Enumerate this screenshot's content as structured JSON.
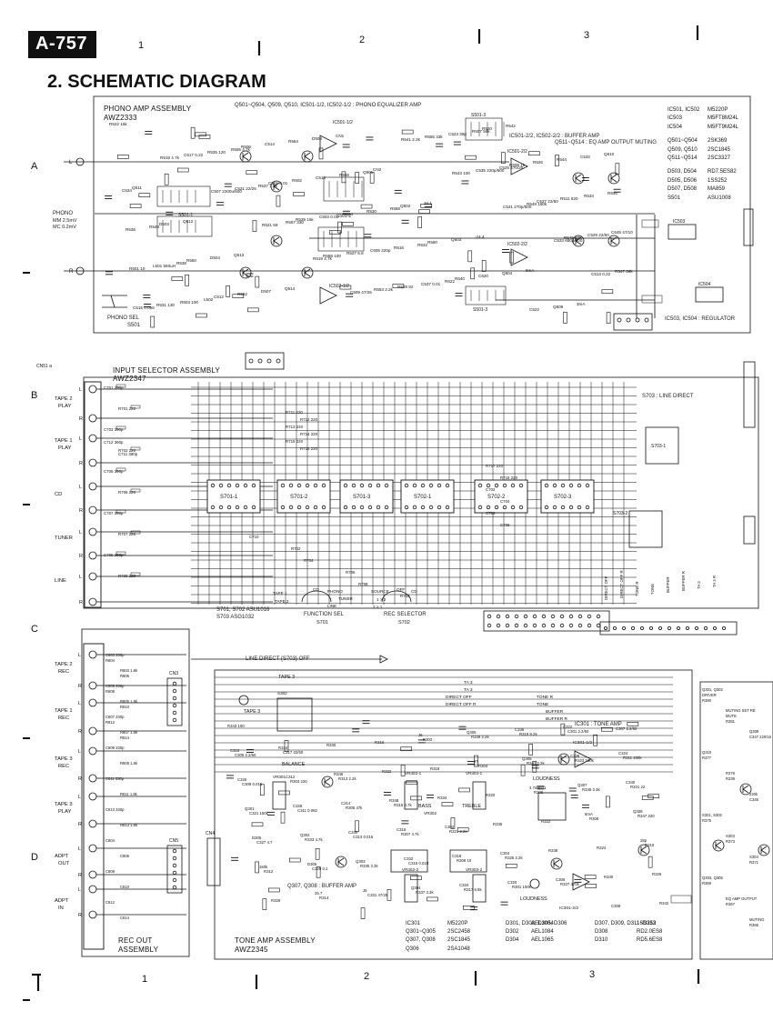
{
  "header": {
    "model_badge": "A-757",
    "section_title": "2. SCHEMATIC DIAGRAM"
  },
  "grid": {
    "columns_top": [
      "1",
      "2",
      "3"
    ],
    "columns_bottom": [
      "1",
      "2",
      "3"
    ],
    "rows": [
      "A",
      "B",
      "C",
      "D"
    ]
  },
  "phono_amp": {
    "title": "PHONO AMP ASSEMBLY",
    "part_no": "AWZ2333",
    "equalizer_note": "Q501~Q504, Q509, Q510, IC501-1/2, IC502-1/2 : PHONO EQUALIZER AMP",
    "buffer_note": "IC501-2/2, IC502-2/2 : BUFFER AMP",
    "output_note": "Q511~Q514 : EQ AMP OUTPUT MUTING",
    "phono_in": "PHONO",
    "mm_label": "MM 2.5mV",
    "mc_label": "MC 0.2mV",
    "switch_label": "PHONO SEL",
    "switch_ref": "S501",
    "regulator_note": "IC503, IC504 : REGULATOR",
    "ic_labels": [
      "IC501-1/2",
      "IC501-2/2",
      "IC502-1/2",
      "IC502-2/2",
      "IC503",
      "IC504"
    ],
    "parts_table": [
      [
        "IC501, IC502",
        "M5220P"
      ],
      [
        "IC503",
        "M5FT8M24L"
      ],
      [
        "IC504",
        "M5FT9M24L"
      ],
      [
        "Q501~Q504",
        "2SK369"
      ],
      [
        "Q509, Q510",
        "2SC1845"
      ],
      [
        "Q511~Q514",
        "2SC3327"
      ],
      [
        "D503, D504",
        "RD7.5ES82"
      ],
      [
        "D505, D506",
        "1SS252"
      ],
      [
        "D507, D508",
        "MA859"
      ],
      [
        "S501",
        "ASU1008"
      ]
    ],
    "switch_sections": [
      "S501-1",
      "S501-2",
      "S501-3",
      "S501-3"
    ],
    "component_labels": [
      "R522 15k",
      "R519 4.7k",
      "C507 2200u/500",
      "R521 68",
      "R519 4.7k",
      "C509 47/25",
      "R541 2.2k",
      "R543 100",
      "C531 270p/500",
      "C533 680p/500",
      "C513 0.22",
      "C515 0.056",
      "C517 0.22",
      "C521 22/25",
      "R557 330",
      "R559 100",
      "R553 2.2k",
      "R555 33k",
      "C535 220p/500",
      "R549 180k",
      "R545 10k",
      "R547 39k",
      "R531 130",
      "R535 120",
      "R537 1.5k",
      "R539 15k",
      "R527 6.8",
      "R529 82",
      "C523 39p",
      "C525 470/25",
      "C527 22/50",
      "C529 22/50",
      "R501 10",
      "R503 100",
      "R505 4.7k",
      "C501 0.01",
      "C503 0.01",
      "C505 220p",
      "C537 0.01",
      "R507 56k",
      "R509 1k",
      "R511 820",
      "C545 47/10",
      "L501 560uH",
      "L502",
      "R506",
      "R502",
      "R524",
      "R516",
      "R522",
      "R520",
      "R526",
      "R534",
      "R536",
      "R538",
      "C512",
      "C514",
      "C516",
      "R530",
      "R532",
      "R540",
      "R542",
      "R544",
      "R546",
      "R548",
      "R550",
      "R552",
      "R554",
      "R556",
      "R558",
      "R560",
      "C520",
      "C522",
      "C532",
      "C534",
      "D503",
      "D504",
      "D507",
      "D508",
      "Q501",
      "Q502",
      "Q503",
      "Q504",
      "Q509",
      "Q510",
      "Q511",
      "Q512",
      "Q513",
      "Q514",
      "CN1",
      "CN2",
      "24.1",
      "-24.4",
      "6mA",
      "3mA"
    ]
  },
  "input_selector": {
    "title": "INPUT SELECTOR ASSEMBLY",
    "part_no": "AWZ2347",
    "jack_groups": [
      "TAPE 2 PLAY",
      "TAPE 1 PLAY",
      "CD",
      "TUNER",
      "LINE"
    ],
    "switch_sections": [
      "S701-1",
      "S701-2",
      "S701-3",
      "S702-1",
      "S702-2",
      "S702-3",
      "S703-1",
      "S703-2"
    ],
    "switch_note_1": "S701, S702  ASU1016",
    "switch_note_2": "S703  ASG1032",
    "function_sel": "FUNCTION SEL",
    "function_ref": "S701",
    "rec_selector": "REC SELECTOR",
    "rec_ref": "S702",
    "line_direct": "S703 : LINE DIRECT",
    "component_labels": [
      "C701 390p",
      "R701 220",
      "C703 390p",
      "R703 220",
      "C705 390p",
      "R705 220",
      "C707 390p",
      "R707 220",
      "C709 390p",
      "R709 220",
      "R711 220",
      "R712 220",
      "R713 220",
      "R714 220",
      "R715 220",
      "R716 220",
      "C712 390p",
      "C711 390p",
      "R717 220",
      "R718 220",
      "C702",
      "C704",
      "C706",
      "C708",
      "C710",
      "R702",
      "R704",
      "R706",
      "R708",
      "R710"
    ],
    "connectors": [
      "J1",
      "J2",
      "J3",
      "J5"
    ],
    "function_positions": [
      "TAPE 1",
      "TAPE 2",
      "CD",
      "PHONO",
      "TUNER",
      "LINE"
    ],
    "rec_positions": [
      "SOURCE",
      "OFF",
      "CD",
      "1 > 2",
      "2 > 1"
    ]
  },
  "rec_out": {
    "title": "REC OUT",
    "title2": "ASSEMBLY",
    "jack_groups": [
      "TAPE 2 REC",
      "TAPE 1 REC",
      "TAPE 3 REC",
      "TAPE 3 PLAY",
      "ADPT OUT",
      "ADPT IN"
    ],
    "component_labels": [
      "C803 330p",
      "R803 1.8k",
      "C805 330p",
      "R805 1.8k",
      "C807 330p",
      "R807 1.8k",
      "C809 330p",
      "R809 1.8k",
      "C811 330p",
      "R811 1.8k",
      "C813 330p",
      "R813 1.8k",
      "C804",
      "C806",
      "C808",
      "C810",
      "C812",
      "C814",
      "R804",
      "R806",
      "R808",
      "R810",
      "R812",
      "R814",
      "CN3",
      "CN4",
      "CN5"
    ]
  },
  "tone_amp": {
    "title": "TONE AMP ASSEMBLY",
    "part_no": "AWZ2345",
    "line_direct_off": "LINE DIRECT (S703) OFF",
    "signals": [
      "TA 3",
      "TA 3",
      "DIRECT OFF",
      "DIRECT OFF R",
      "TONE R",
      "TONE",
      "BUFFER",
      "BUFFER R"
    ],
    "labels": [
      "BALANCE",
      "BASS",
      "TREBLE",
      "LOUDNESS",
      "LOUDNESS",
      "TAPE 3",
      "TAPE 3"
    ],
    "controls": [
      "VR301",
      "VR302",
      "VR302-1",
      "VR302-2",
      "VR303-1",
      "VR303-2",
      "S302",
      "S301"
    ],
    "buffer_note": "Q307, Q308 : BUFFER AMP",
    "tone_note": "IC301 : TONE AMP",
    "ic_labels": [
      "IC301-1/2",
      "IC301-2/2",
      "IC301-1/2"
    ],
    "parts_table": [
      [
        "IC301",
        "M5220P",
        "D301, D303, D305, D306",
        "AEL1004",
        "D307, D309, D311~D313",
        "1SS252"
      ],
      [
        "Q301~Q305",
        "2SC2458",
        "D302",
        "AEL1084",
        "D308",
        "RD2.0ES8"
      ],
      [
        "Q307, Q308",
        "2SC1845",
        "D304",
        "AEL1065",
        "D310",
        "RD5.6ES8"
      ],
      [
        "Q306",
        "2SA1048",
        "",
        "",
        "",
        ""
      ]
    ],
    "component_labels": [
      "R343 100",
      "C317 22/50",
      "R313 2.2k",
      "R315 4.7k",
      "R321 2.2k",
      "R325 2.2k",
      "R327 470k",
      "C307 2.2/50",
      "C305 2.2/50",
      "R303 220",
      "R305 47k",
      "R307 4.7k",
      "R309 10",
      "R301 100k",
      "C301 2.2/50",
      "R311 150k",
      "C309 0.015",
      "C311 0.082",
      "C313 0.015",
      "C315 0.018",
      "R317 6.8k",
      "R319 8.2k",
      "R323 100k",
      "R331 22",
      "C321 150k",
      "R333 4.7k",
      "R335 3.3k",
      "R337 3.3k",
      "R339 2.2k",
      "R341 2.2k",
      "R345 3.3k",
      "R347 220",
      "C327 4.7",
      "C329 0.1",
      "C331 47/25",
      "R302",
      "R304",
      "R306",
      "R308",
      "R310",
      "R312",
      "R314",
      "R316",
      "R318",
      "R320",
      "R322",
      "R324",
      "R326",
      "R328",
      "R330",
      "R332",
      "R334",
      "R336",
      "R338",
      "R340",
      "R342",
      "R344",
      "R346",
      "R348",
      "C302",
      "C304",
      "C306",
      "C308",
      "C310",
      "C312",
      "C314",
      "C316",
      "C318",
      "C320",
      "C322",
      "C324",
      "C326",
      "C328",
      "C330",
      "C332",
      "C334",
      "C336",
      "C338",
      "C340",
      "Q301",
      "Q302",
      "Q303",
      "Q304",
      "Q305",
      "Q306",
      "Q307",
      "Q308",
      "D305",
      "D306",
      "J5",
      "J6",
      "J7",
      "4.7mA",
      "6mA",
      "28p",
      "150k",
      "25.7"
    ],
    "partial_labels": [
      "Q301, Q302",
      "MUTING SET RE",
      "Q309",
      "Q310",
      "R376",
      "220k",
      "S301, S302",
      "S303",
      "S304",
      "Q303, Q305",
      "EQ AMP OUTPUT",
      "MUTING",
      "DRIVER",
      "MUTE",
      "C347 220/16",
      "R377",
      "R339",
      "C345",
      "R375",
      "R373",
      "R371",
      "R369",
      "R367",
      "R365",
      "R380",
      "R381"
    ]
  }
}
